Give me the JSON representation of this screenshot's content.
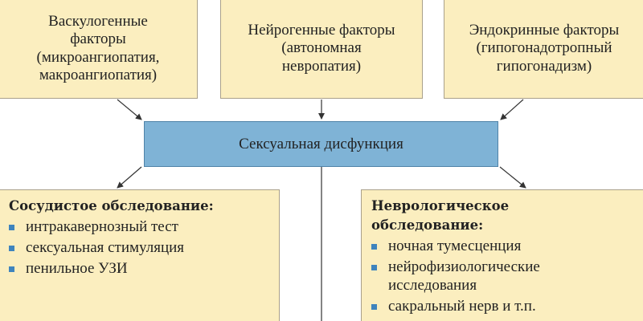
{
  "factors": {
    "vascular": "Васкулогенные\nфакторы\n(микроангиопатия,\nмакроангиопатия)",
    "neurogenic": "Нейрогенные факторы\n(автономная\nневропатия)",
    "endocrine": "Эндокринные факторы\n(гипогонадотропный\nгипогонадизм)"
  },
  "central": "Сексуальная дисфункция",
  "exams": {
    "vascular": {
      "title": "Сосудистое обследование:",
      "items": [
        "интракавернозный тест",
        "сексуальная стимуляция",
        "пенильное УЗИ"
      ]
    },
    "neurological": {
      "title": "Неврологическое\nобследование:",
      "items": [
        "ночная тумесценция",
        "нейрофизиологические\nисследования",
        "сакральный нерв и т.п."
      ]
    }
  },
  "colors": {
    "factor_fill": "#fbeebf",
    "central_fill": "#7fb3d6",
    "bullet": "#3f84bd",
    "connector": "#333333"
  }
}
